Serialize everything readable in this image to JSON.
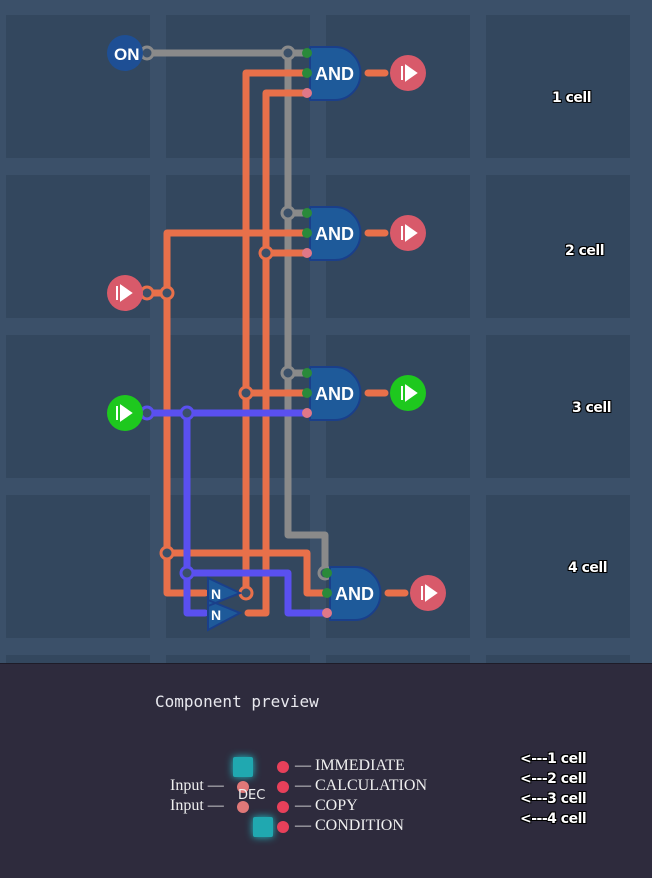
{
  "board": {
    "input_on_label": "ON",
    "gates": [
      {
        "label": "AND",
        "output_state": "off"
      },
      {
        "label": "AND",
        "output_state": "off"
      },
      {
        "label": "AND",
        "output_state": "on"
      },
      {
        "label": "AND",
        "output_state": "off"
      }
    ],
    "not_gates": [
      "N",
      "N"
    ],
    "cell_labels": [
      "1 cell",
      "2 cell",
      "3 cell",
      "4 cell"
    ],
    "colors": {
      "orange_wire": "#e8704a",
      "gray_wire": "#8a8a8a",
      "blue_wire": "#5a50f0",
      "gate_fill": "#1e5a9a",
      "off_output": "#d85a6a",
      "on_output": "#1ec81e"
    }
  },
  "preview": {
    "title": "Component preview",
    "inputs": [
      "Input —",
      "Input —"
    ],
    "component_label": "DEC",
    "outputs": [
      "— IMMEDIATE",
      "— CALCULATION",
      "— COPY",
      "— CONDITION"
    ],
    "arrows": [
      "<---1 cell",
      "<---2 cell",
      "<---3 cell",
      "<---4 cell"
    ]
  }
}
